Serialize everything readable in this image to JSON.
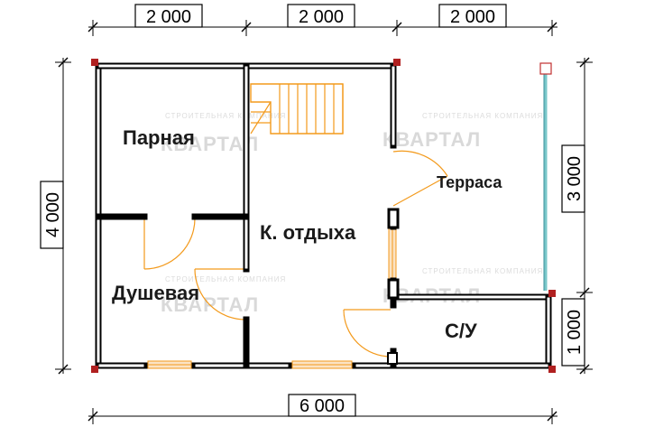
{
  "dimensions": {
    "top": [
      "2 000",
      "2 000",
      "2 000"
    ],
    "bottom": "6 000",
    "left": "4 000",
    "right_upper": "3 000",
    "right_lower": "1 000"
  },
  "rooms": {
    "parnaya": "Парная",
    "dushevaya": "Душевая",
    "otdykha": "К. отдыха",
    "terrasa": "Терраса",
    "su": "С/У"
  },
  "watermark": {
    "main": "КВАРТАЛ",
    "small": "СТРОИТЕЛЬНАЯ КОМПАНИЯ"
  },
  "colors": {
    "walls": "#000000",
    "doors_windows_stairs": "#f39a1c",
    "corner_markers": "#b02020",
    "glass": "#79c7c9"
  }
}
